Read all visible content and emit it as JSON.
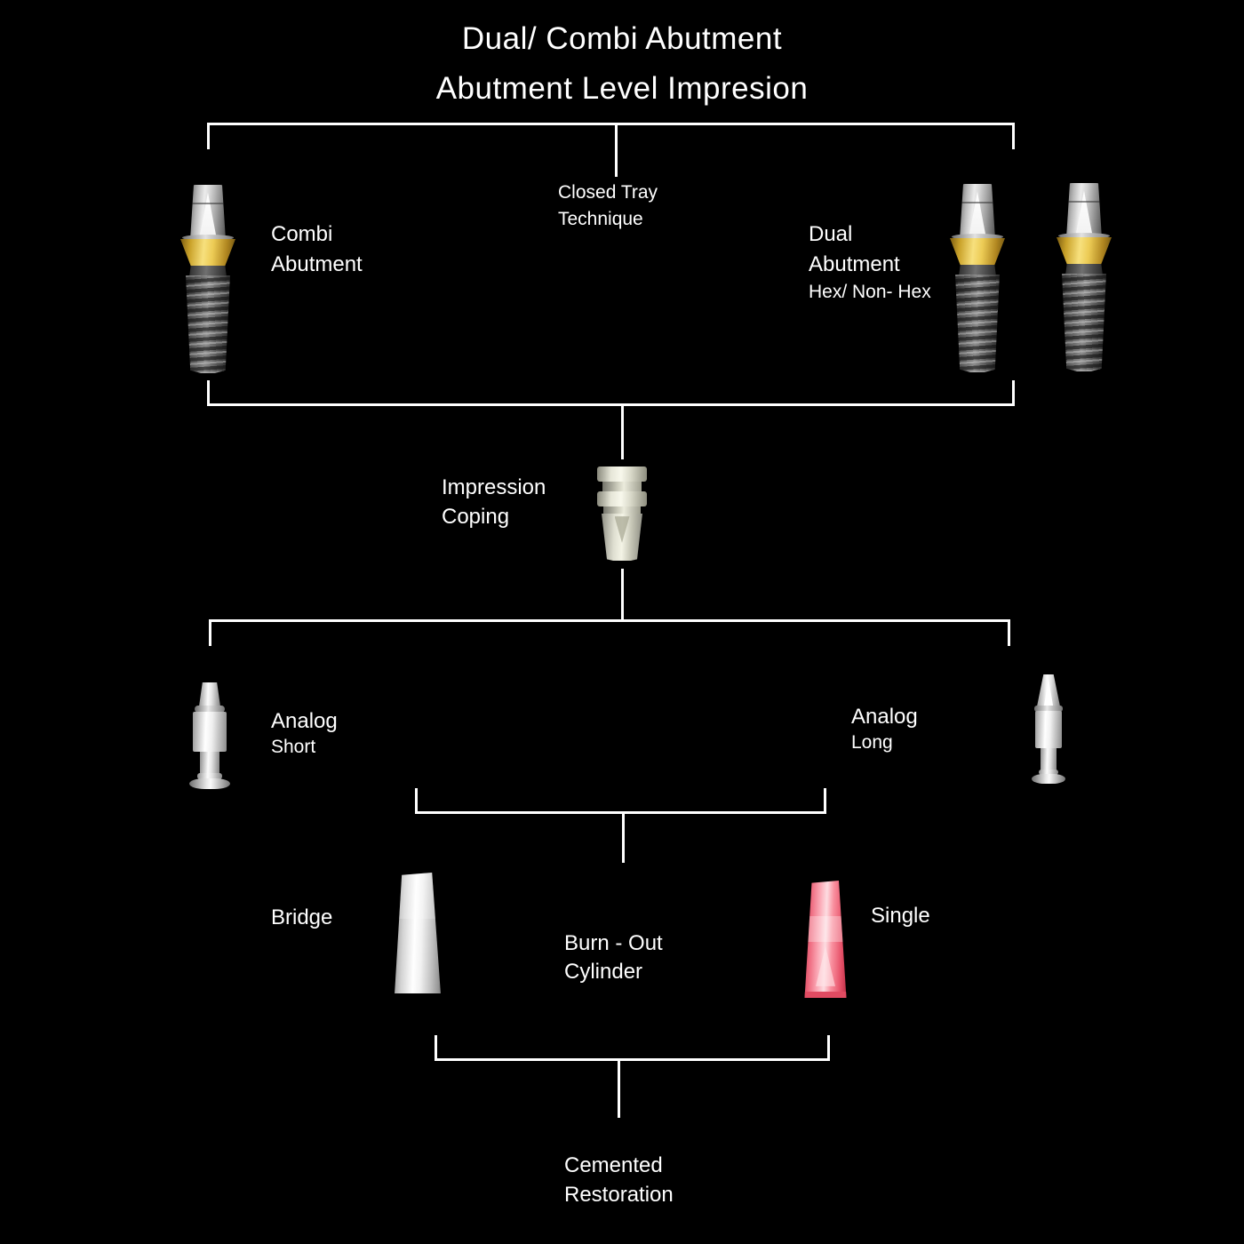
{
  "title": {
    "line1": "Dual/ Combi Abutment",
    "line2": "Abutment Level Impresion"
  },
  "labels": {
    "combi_abutment": {
      "line1": "Combi",
      "line2": "Abutment"
    },
    "closed_tray": {
      "line1": "Closed Tray",
      "line2": "Technique"
    },
    "dual_abutment": {
      "line1": "Dual",
      "line2": "Abutment",
      "line3": "Hex/ Non- Hex"
    },
    "impression_coping": {
      "line1": "Impression",
      "line2": "Coping"
    },
    "analog_short": {
      "line1": "Analog",
      "line2": "Short"
    },
    "analog_long": {
      "line1": "Analog",
      "line2": "Long"
    },
    "bridge": {
      "label": "Bridge"
    },
    "burn_out_cylinder": {
      "line1": "Burn - Out",
      "line2": "Cylinder"
    },
    "single": {
      "label": "Single"
    },
    "cemented_restoration": {
      "line1": "Cemented",
      "line2": "Restoration"
    }
  },
  "images": {
    "combi_implant": "implant-with-combi-abutment-icon",
    "dual_implant_1": "implant-with-dual-abutment-icon",
    "dual_implant_2": "implant-with-dual-abutment-icon",
    "impression_coping": "impression-coping-icon",
    "analog_short": "short-analog-icon",
    "analog_long": "long-analog-icon",
    "bridge_cylinder": "white-burn-out-cylinder-icon",
    "single_cylinder": "red-burn-out-cylinder-icon"
  },
  "colors": {
    "background": "#000000",
    "connector_line": "#ffffff",
    "text": "#ffffff",
    "abutment_gold": "#f7e07d",
    "implant_gray": "#5f5f5f",
    "coping_ivory": "#e6e6d8",
    "single_red": "#ee697e",
    "bridge_white": "#f1f1f1"
  }
}
